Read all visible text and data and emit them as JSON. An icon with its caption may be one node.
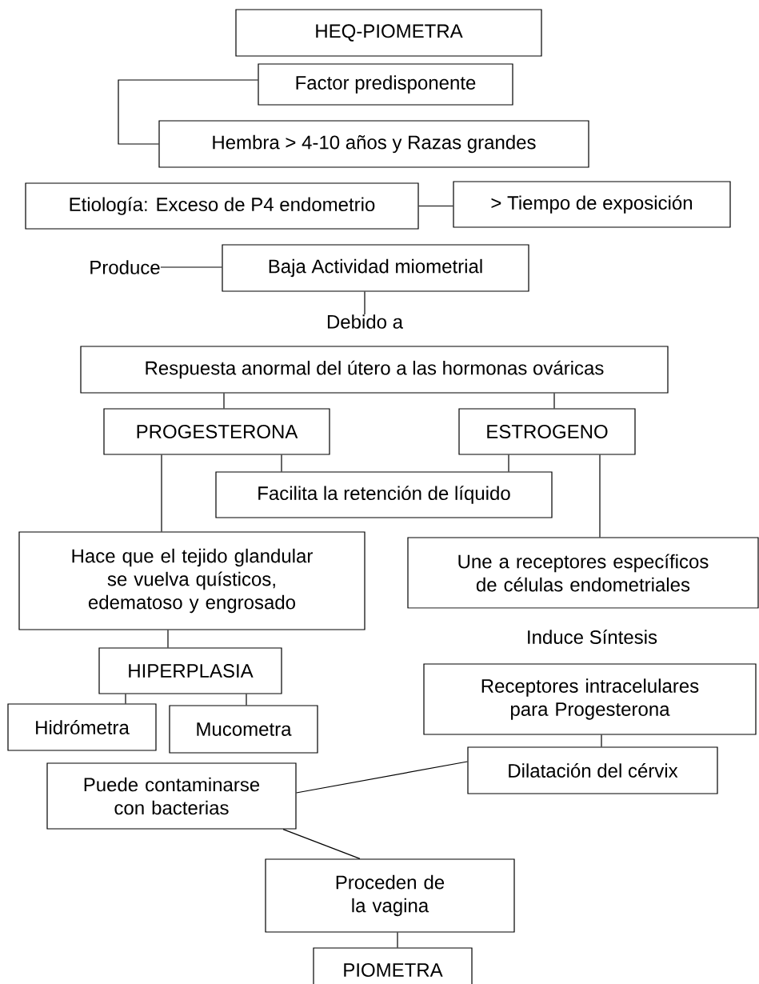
{
  "diagram": {
    "nodes": [
      {
        "text": [
          "HEQ-PIOMETRA"
        ]
      },
      {
        "text": [
          "Factor predisponente"
        ]
      },
      {
        "text": [
          "Hembra > 4-10 años y Razas grandes"
        ]
      },
      {
        "text": [
          "Etiología: Exceso de P4 endometrio"
        ]
      },
      {
        "text": [
          "> Tiempo de exposición"
        ]
      },
      {
        "text": [
          "Produce"
        ]
      },
      {
        "text": [
          "Baja Actividad miometrial"
        ]
      },
      {
        "text": [
          "Debido a"
        ]
      },
      {
        "text": [
          "Respuesta anormal del útero a las hormonas ováricas"
        ]
      },
      {
        "text": [
          "PROGESTERONA"
        ]
      },
      {
        "text": [
          "ESTROGENO"
        ]
      },
      {
        "text": [
          "Facilita la retención de líquido"
        ]
      },
      {
        "text": [
          "Hace que el tejido glandular se vuelva quísticos, edematoso y engrosado"
        ]
      },
      {
        "text": [
          "Une a receptores específicos de células endometriales"
        ]
      },
      {
        "text": [
          "HIPERPLASIA"
        ]
      },
      {
        "text": [
          "Receptores intracelulares para Progesterona"
        ]
      },
      {
        "text": [
          "Hidrómetra"
        ]
      },
      {
        "text": [
          "Mucometra"
        ]
      },
      {
        "text": [
          "Dilatación del cérvix"
        ]
      },
      {
        "text": [
          "Puede contaminarse con bacterias"
        ]
      },
      {
        "text": [
          "Proceden de la vagina"
        ]
      },
      {
        "text": [
          "PIOMETRA"
        ]
      }
    ],
    "edges": [
      {
        "from": 1,
        "to": 2,
        "arrow": "none"
      },
      {
        "from": 3,
        "to": 4,
        "arrow": "none"
      },
      {
        "from": 5,
        "to": 6,
        "arrow": "none"
      },
      {
        "from": 6,
        "to": 7,
        "arrow": "none"
      },
      {
        "from": 8,
        "to": 9,
        "arrow": "none"
      },
      {
        "from": 8,
        "to": 10,
        "arrow": "none"
      },
      {
        "from": 9,
        "to": 12,
        "arrow": "none"
      },
      {
        "from": 9,
        "to": 11,
        "arrow": "none"
      },
      {
        "from": 10,
        "to": 11,
        "arrow": "none"
      },
      {
        "from": 10,
        "to": 13,
        "arrow": "none"
      },
      {
        "from": 12,
        "to": 14,
        "arrow": "none"
      },
      {
        "from": 14,
        "to": 16,
        "arrow": "none"
      },
      {
        "from": 14,
        "to": 17,
        "arrow": "none"
      },
      {
        "from": 15,
        "to": 18,
        "arrow": "none"
      },
      {
        "from": 18,
        "to": 19,
        "arrow": "none"
      },
      {
        "from": 19,
        "to": 20,
        "arrow": "none"
      },
      {
        "from": 20,
        "to": 21,
        "arrow": "none"
      }
    ],
    "labels": [
      "Induce Síntesis"
    ]
  }
}
